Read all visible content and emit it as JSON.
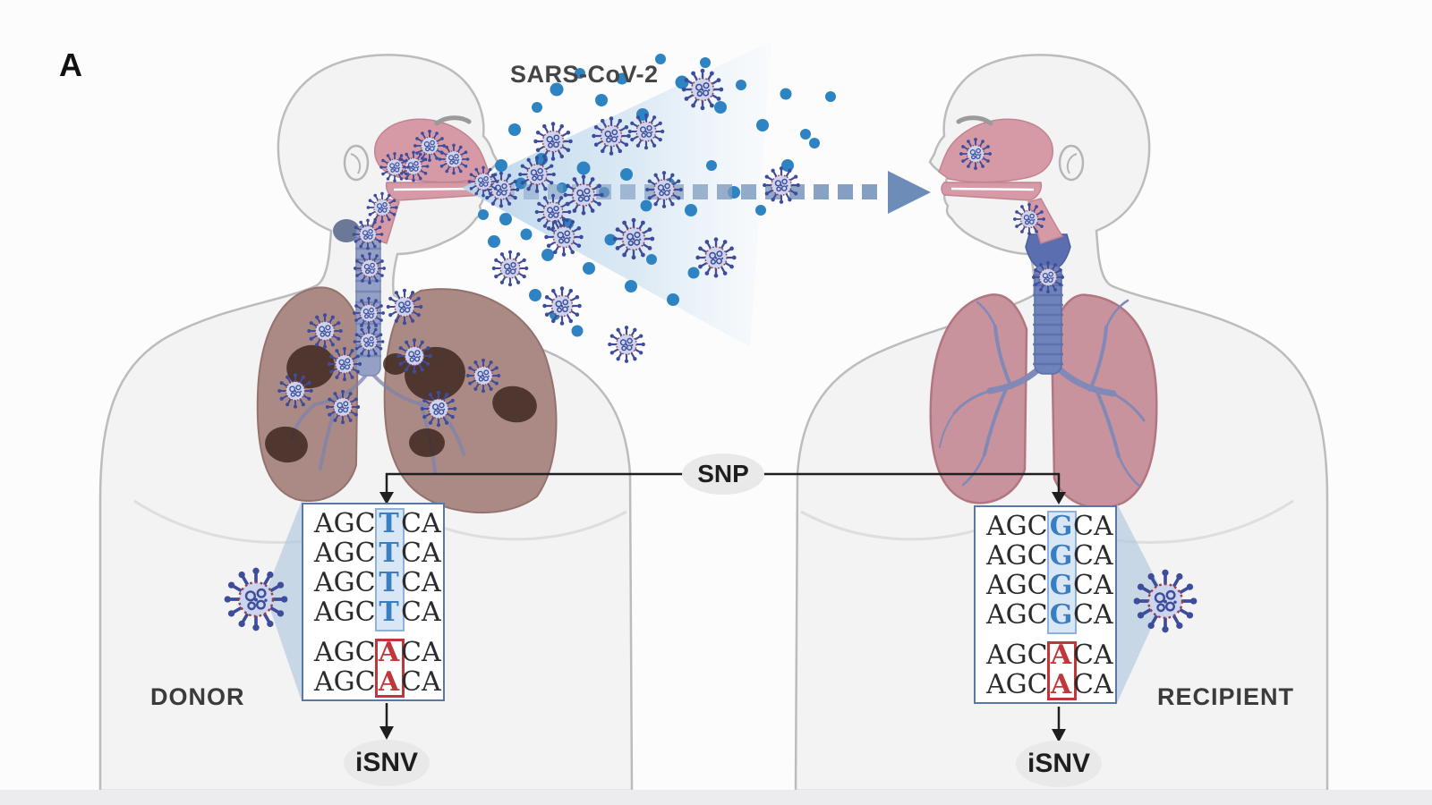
{
  "figure_label": "A",
  "transmission": {
    "virus_name": "SARS-CoV-2"
  },
  "snp": {
    "label": "SNP"
  },
  "donor": {
    "label": "DONOR",
    "isnv_label": "iSNV",
    "rows": [
      {
        "pre": "AGC",
        "var": "T",
        "post": "CA"
      },
      {
        "pre": "AGC",
        "var": "T",
        "post": "CA"
      },
      {
        "pre": "AGC",
        "var": "T",
        "post": "CA"
      },
      {
        "pre": "AGC",
        "var": "T",
        "post": "CA"
      },
      {
        "pre": "AGC",
        "var": "A",
        "post": "CA"
      },
      {
        "pre": "AGC",
        "var": "A",
        "post": "CA"
      }
    ]
  },
  "recipient": {
    "label": "RECIPIENT",
    "isnv_label": "iSNV",
    "rows": [
      {
        "pre": "AGC",
        "var": "G",
        "post": "CA"
      },
      {
        "pre": "AGC",
        "var": "G",
        "post": "CA"
      },
      {
        "pre": "AGC",
        "var": "G",
        "post": "CA"
      },
      {
        "pre": "AGC",
        "var": "G",
        "post": "CA"
      },
      {
        "pre": "AGC",
        "var": "A",
        "post": "CA"
      },
      {
        "pre": "AGC",
        "var": "A",
        "post": "CA"
      }
    ]
  },
  "colors": {
    "consensus_variant_blue": "#3a7ec2",
    "minor_variant_red": "#c23539",
    "droplet_blue": "#2e84c3",
    "panel_border": "#5878a8",
    "virus_spike": "#3e4c9c",
    "arrow_dash": "#7d9abe"
  }
}
